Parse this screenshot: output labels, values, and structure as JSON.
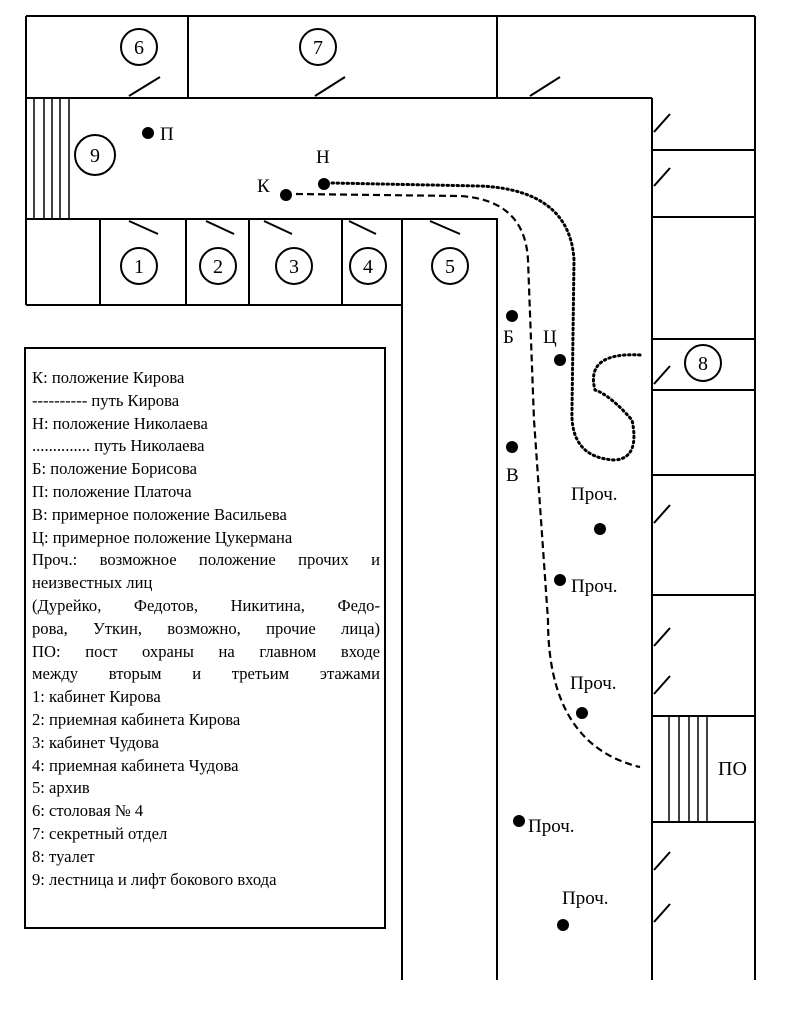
{
  "rooms": {
    "r1": "1",
    "r2": "2",
    "r3": "3",
    "r4": "4",
    "r5": "5",
    "r6": "6",
    "r7": "7",
    "r8": "8",
    "r9": "9"
  },
  "labels": {
    "guard_post": "ПО",
    "kirov": "К",
    "nikolaev": "Н",
    "platoch": "П",
    "borisov": "Б",
    "vasiliev": "В",
    "tsukerman": "Ц",
    "others": "Проч."
  },
  "legend": {
    "lines": [
      "К: положение Кирова",
      "---------- путь Кирова",
      "Н: положение Николаева",
      ".............. путь Николаева",
      "Б: положение Борисова",
      "П: положение Платоча",
      "В: примерное положение Васильева",
      "Ц: примерное положение Цукермана",
      "Проч.: возможное положение прочих и",
      "неизвестных лиц",
      "(Дурейко, Федотов, Никитина, Федо-",
      "рова, Уткин, возможно, прочие лица)",
      "ПО: пост охраны на главном входе",
      "между вторым и третьим этажами",
      "1: кабинет Кирова",
      "2: приемная кабинета Кирова",
      "3: кабинет Чудова",
      "4: приемная кабинета Чудова",
      "5: архив",
      "6: столовая № 4",
      "7: секретный отдел",
      "8: туалет",
      "9: лестница и лифт бокового входа"
    ]
  },
  "colors": {
    "ink": "#000000",
    "paper": "#ffffff"
  }
}
